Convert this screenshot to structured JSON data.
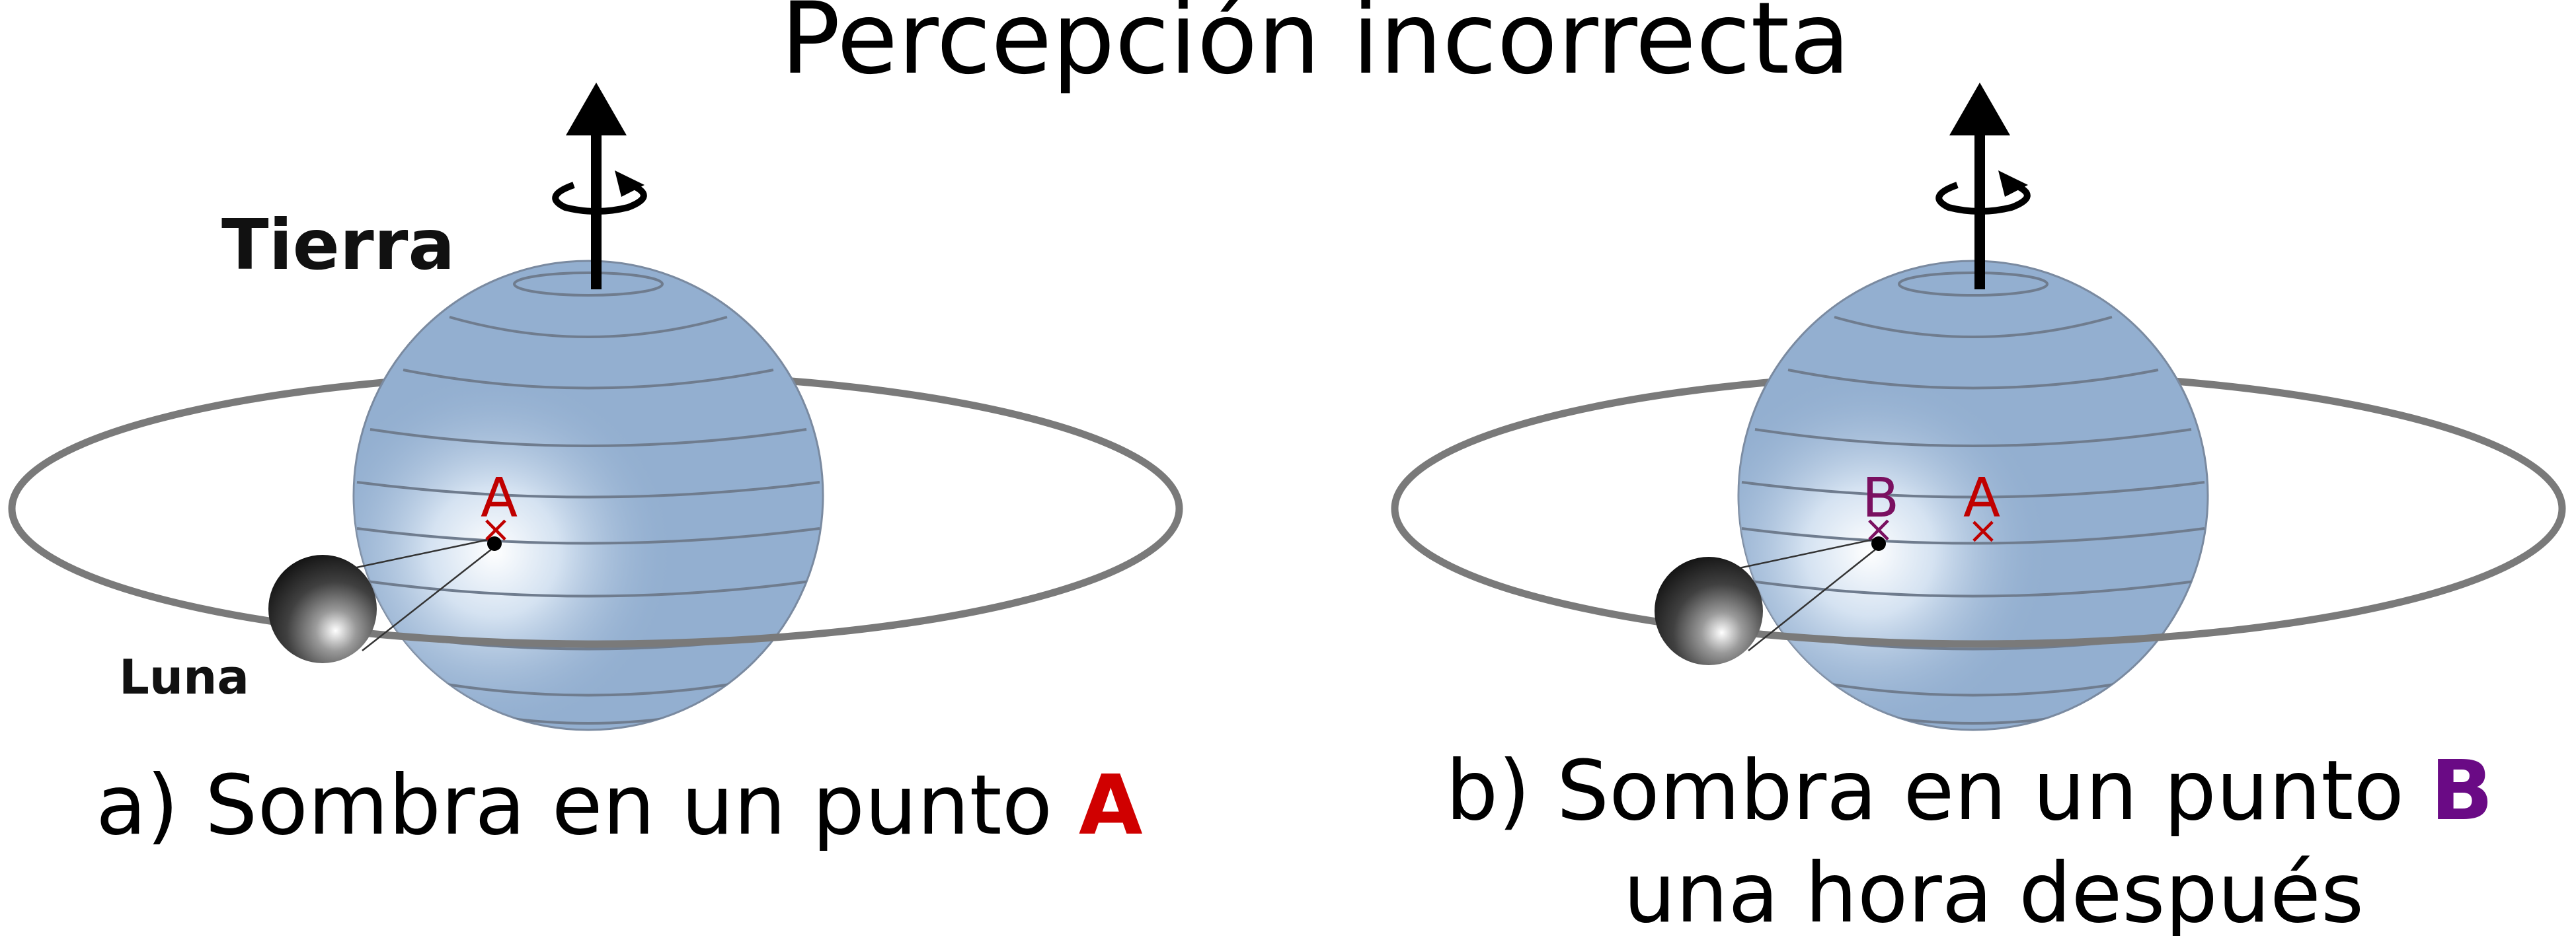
{
  "title": "Percepción incorrecta",
  "labels": {
    "earth": "Tierra",
    "moon": "Luna"
  },
  "panel_a": {
    "caption_prefix": "a) Sombra en un punto ",
    "caption_point": "A",
    "point_label": "A"
  },
  "panel_b": {
    "caption_prefix": "b) Sombra en un punto ",
    "caption_point": "B",
    "caption_line2": "una hora después",
    "point_label_b": "B",
    "point_label_a": "A"
  },
  "colors": {
    "earth": "#93afd0",
    "orbit": "#7a7a7a",
    "point_a": "#c00000",
    "point_b": "#7a1060",
    "caption_b": "#6a0a85"
  }
}
